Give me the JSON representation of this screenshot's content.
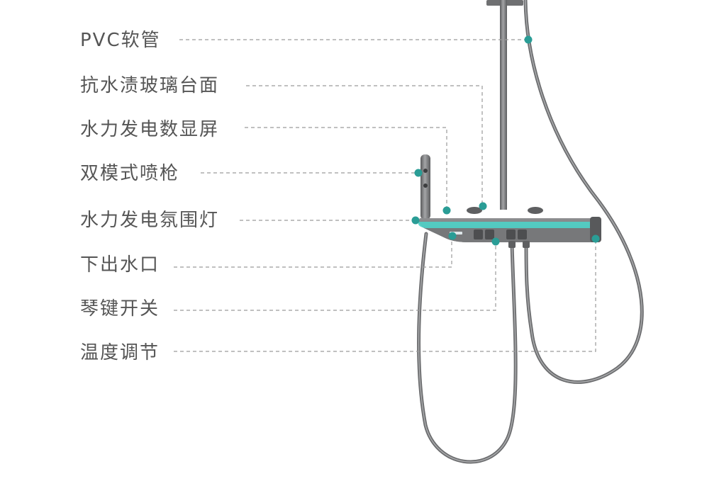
{
  "labels": [
    {
      "id": "pvc-hose",
      "text": "PVC软管"
    },
    {
      "id": "anti-stain-glass",
      "text": "抗水渍玻璃台面"
    },
    {
      "id": "hydro-display",
      "text": "水力发电数显屏"
    },
    {
      "id": "dual-mode-spray",
      "text": "双模式喷枪"
    },
    {
      "id": "ambient-light",
      "text": "水力发电氛围灯"
    },
    {
      "id": "lower-outlet",
      "text": "下出水口"
    },
    {
      "id": "piano-keys",
      "text": "琴键开关"
    },
    {
      "id": "temp-control",
      "text": "温度调节"
    }
  ],
  "colors": {
    "label_text": "#555555",
    "leader_line": "#9a9a9a",
    "marker_dot": "#2a9d96",
    "metal": "#7b7c7e",
    "metal_dark": "#58595b",
    "glow": "#4fd1c8"
  }
}
